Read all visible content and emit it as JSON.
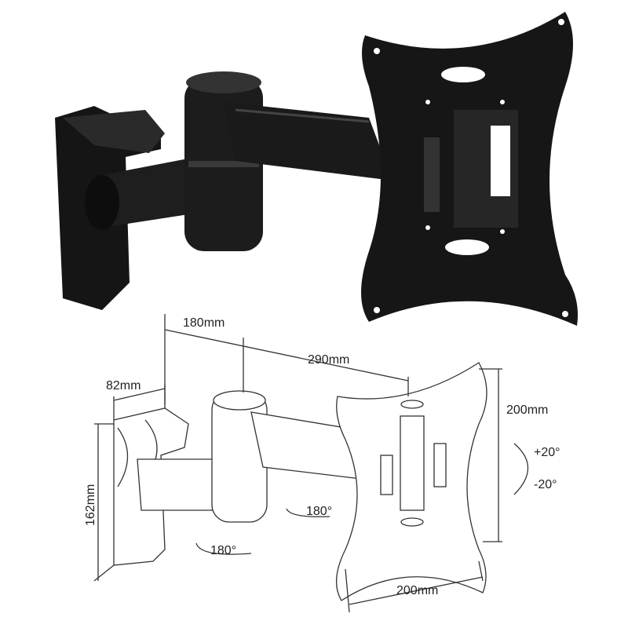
{
  "product_photo": {
    "subject": "tv-wall-mount-photo"
  },
  "diagram": {
    "arm_first_length": "180mm",
    "total_extension": "290mm",
    "wall_plate_depth": "82mm",
    "wall_plate_height": "162mm",
    "vesa_height": "200mm",
    "vesa_width": "200mm",
    "tilt_up": "+20°",
    "tilt_down": "-20°",
    "swivel_head": "180°",
    "swivel_wall": "180°"
  },
  "colors": {
    "mount": "#1a1a1a",
    "line": "#333333"
  }
}
